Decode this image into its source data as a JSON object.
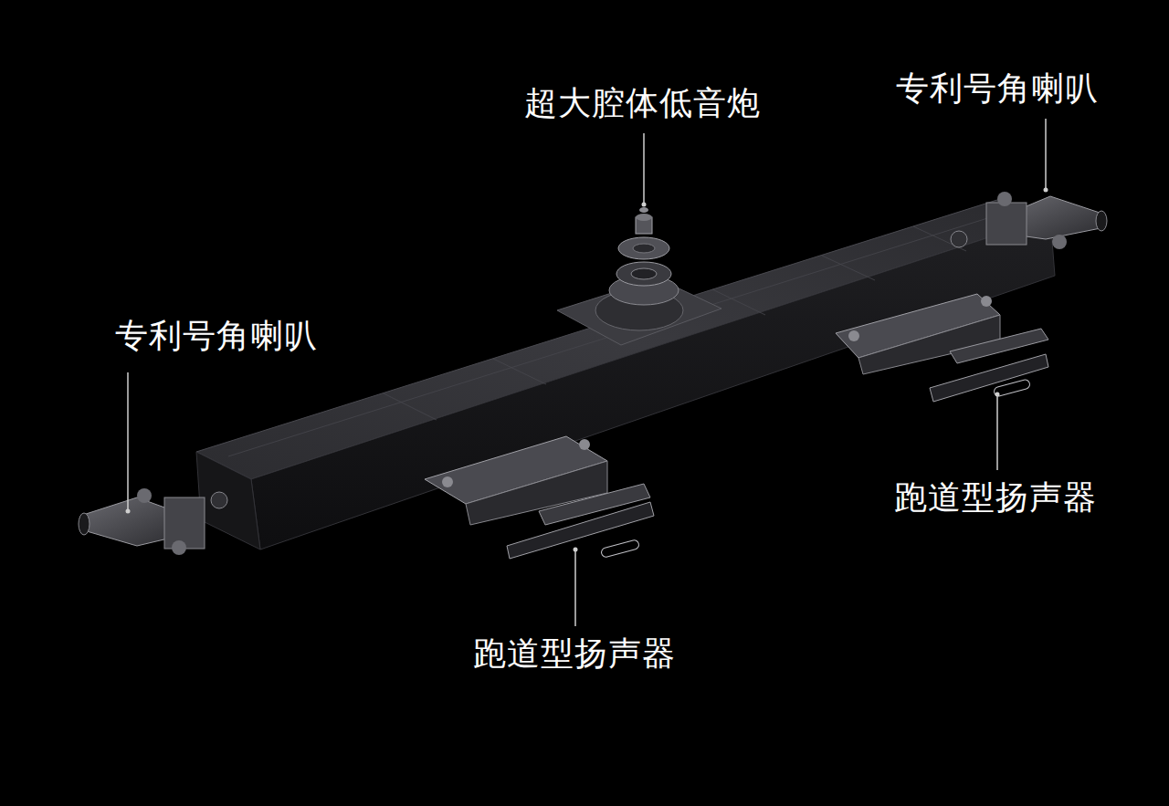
{
  "diagram": {
    "labels": [
      "超大腔体低音炮",
      "专利号角喇叭",
      "专利号角喇叭",
      "跑道型扬声器",
      "跑道型扬声器"
    ]
  }
}
